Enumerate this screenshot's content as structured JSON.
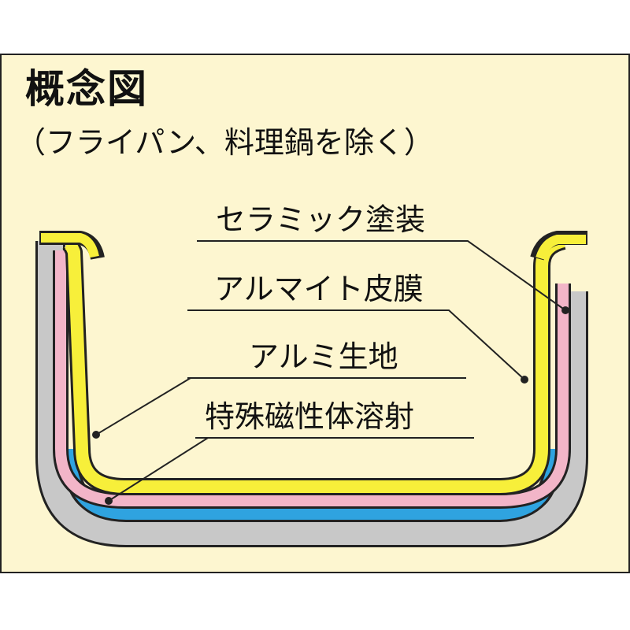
{
  "title": "概念図",
  "subtitle": "（フライパン、料理鍋を除く）",
  "layers": [
    {
      "name": "セラミック塗装",
      "color": "#f7ef3a"
    },
    {
      "name": "アルマイト皮膜",
      "color": "#f2b5c8"
    },
    {
      "name": "アルミ生地",
      "color": "#f7ef3a"
    },
    {
      "name": "特殊磁性体溶射",
      "color": "#2fa3e0"
    }
  ],
  "colors": {
    "background": "#fdf6d0",
    "outer_gray": "#c8c8c8",
    "yellow": "#f7ef3a",
    "pink": "#f2b5c8",
    "blue": "#2fa3e0",
    "outline": "#222222"
  }
}
